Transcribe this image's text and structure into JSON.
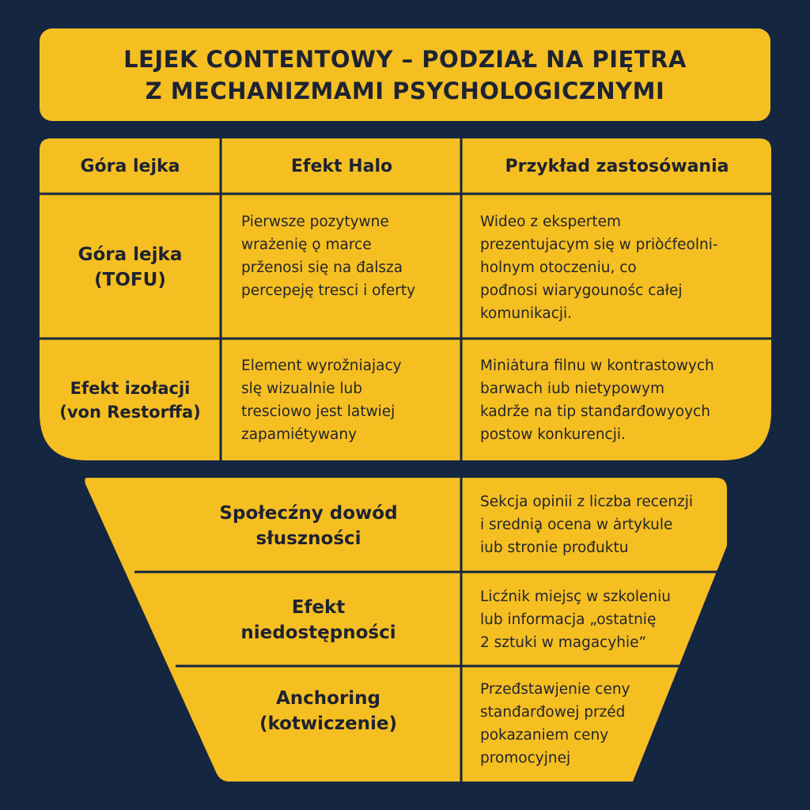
{
  "title": {
    "line1": "LEJEK CONTENTOWY – PODZIAŁ NA PIĘTRA",
    "line2": "Z MECHANIZMAMI PSYCHOLOGICZNYMI"
  },
  "header": {
    "col1": "Góra lejka",
    "col2": "Efekt Halo",
    "col3": "Przykład zastosówania"
  },
  "rows": [
    {
      "label": [
        "Góra lejka",
        "(TOFU)"
      ],
      "mechanism": [
        "Pierwsze pozytywne",
        "wrażenię ǫ marce",
        "prženosi się na đalsza",
        "percepeję tresci i oferty"
      ],
      "example": [
        "Wideo z ekspertem",
        "prezentujacym się w priòćfeolni-",
        "holnym otoczeniu, co",
        "pođnosi wiarygounośc całej",
        "komunikacji."
      ]
    },
    {
      "label": [
        "Efekt izołacji",
        "(von Restorffa)"
      ],
      "mechanism": [
        "Element wyrožniajacy",
        "slę wizualnie lub",
        "tresciowo jest latwiej",
        "zapamiétywany"
      ],
      "example": [
        "Miniȧtura filnu w kontrastowych",
        "barwach iub nietypowym",
        "kadrže na tip stanđarđowyoych",
        "postow konkurencji."
      ]
    },
    {
      "label": [
        "Społecźny dowód",
        "słuszności"
      ],
      "example": [
        "Sekcja opinii z liczba recenzji",
        "i sredniḁ ocena w ȧrtykule",
        "iub stronie prođuktu"
      ]
    },
    {
      "label": [
        "Efekt",
        "niedostępności"
      ],
      "example": [
        "Licźnik miejsç w szkoleniu",
        "lub informacja „ostatnię",
        "2 sztuki w magacyhie”"
      ]
    },
    {
      "label": [
        "Anchoring",
        "(kotwiczenie)"
      ],
      "example": [
        "Przeđstawjenie ceny",
        "stanđarđowej przéd",
        "pokazaniem ceny",
        "promocyjnej"
      ]
    }
  ],
  "colors": {
    "background": "#152640",
    "panel": "#f5bf22",
    "divider": "#152640"
  }
}
